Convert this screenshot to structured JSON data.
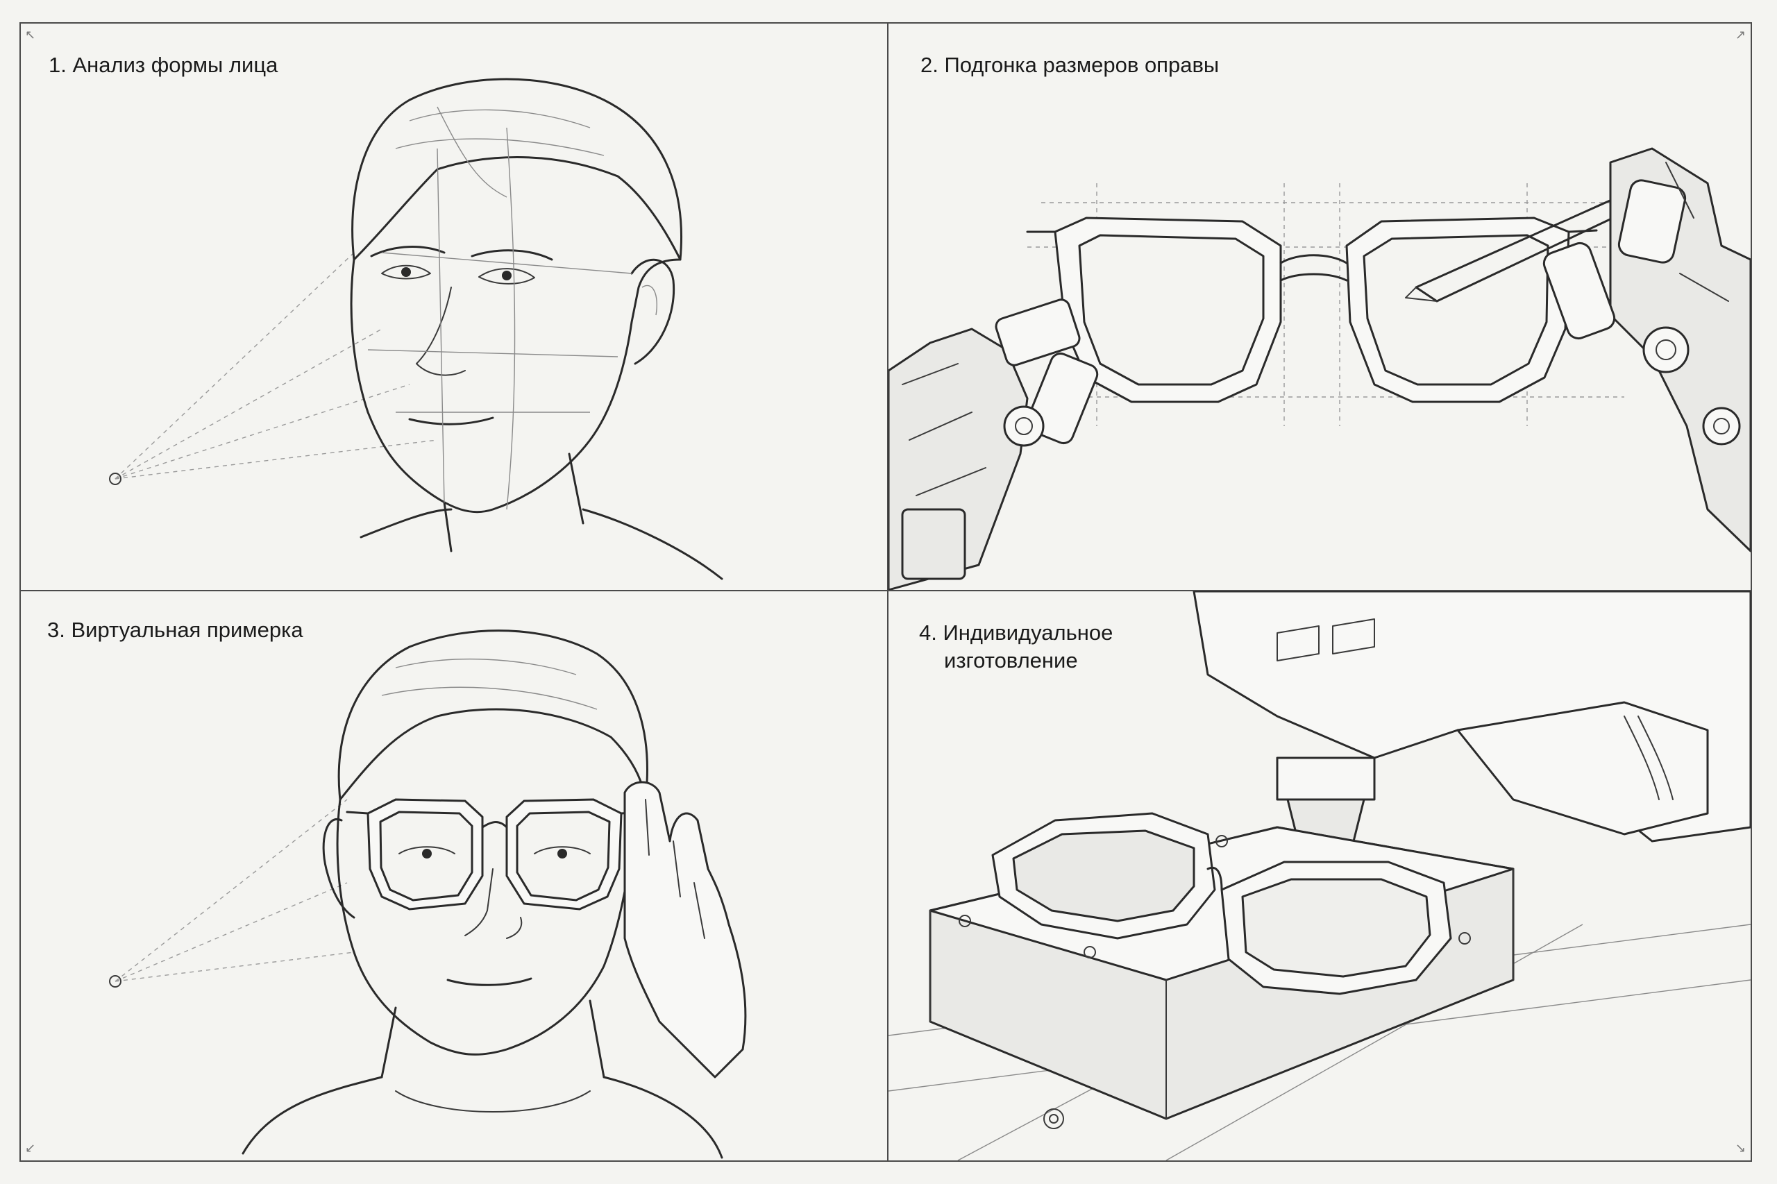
{
  "panels": [
    {
      "id": 1,
      "caption": "1. Анализ формы лица"
    },
    {
      "id": 2,
      "caption": "2. Подгонка размеров оправы"
    },
    {
      "id": 3,
      "caption": "3. Виртуальная примерка"
    },
    {
      "id": 4,
      "caption_line1": "4. Индивидуальное",
      "caption_line2": "изготовление"
    }
  ],
  "colors": {
    "background": "#f4f4f1",
    "ink": "#2a2a2a",
    "frame": "#4a4a4a"
  }
}
